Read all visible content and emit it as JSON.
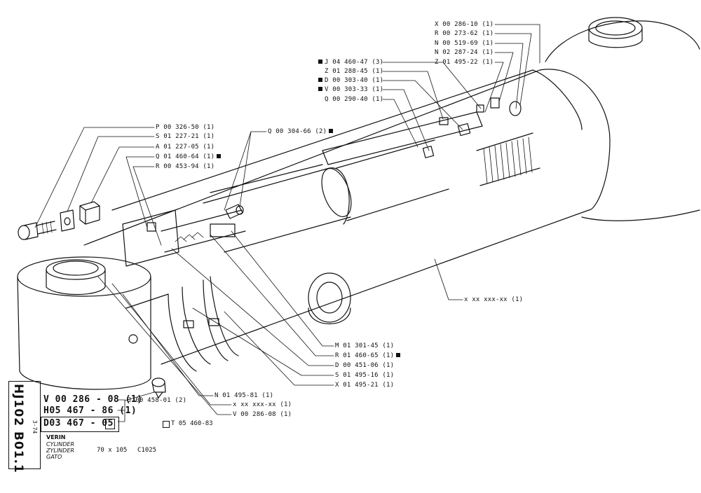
{
  "drawing": {
    "labels_top_right": [
      "X 00 286-10 (1)",
      "R 00 273-62 (1)",
      "N 00 519-69 (1)",
      "N 02 287-24 (1)",
      "Z 01 495-22 (1)"
    ],
    "labels_top_mid": [
      {
        "text": "J 04 460-47 (3)",
        "marked": true
      },
      {
        "text": "Z 01 288-45 (1)",
        "marked": false
      },
      {
        "text": "D 00 303-40 (1)",
        "marked": true
      },
      {
        "text": "V 00 303-33 (1)",
        "marked": true
      },
      {
        "text": "Q 00 290-40 (1)",
        "marked": false
      }
    ],
    "labels_left": [
      {
        "text": "P 00 326-50 (1)",
        "marked": false
      },
      {
        "text": "S 01 227-21 (1)",
        "marked": false
      },
      {
        "text": "A 01 227-05 (1)",
        "marked": false
      },
      {
        "text": "Q 01 460-64 (1)",
        "marked": true
      },
      {
        "text": "R 00 453-94 (1)",
        "marked": false
      }
    ],
    "label_q304": {
      "text": "Q 00 304-66 (2)",
      "marked": true
    },
    "label_body": "x xx xxx-xx (1)",
    "labels_bottom_right": [
      {
        "text": "M 01 301-45 (1)",
        "marked": false
      },
      {
        "text": "R 01 460-65 (1)",
        "marked": true
      },
      {
        "text": "D 00 451-06 (1)",
        "marked": false
      },
      {
        "text": "S 01 495-16 (1)",
        "marked": false
      },
      {
        "text": "X 01 495-21 (1)",
        "marked": false
      }
    ],
    "labels_bottom_mid": [
      "N 01 495-81 (1)",
      "x xx xxx-xx (1)",
      "V 00 286-08 (1)"
    ],
    "label_j": "J 00 458-01 (2)"
  },
  "title_block": {
    "side_code": "HJ102 B01.1",
    "side_sub": "3-74",
    "ref1": "V 00 286 - 08 (1)",
    "ref2": "H05 467 - 86 (1)",
    "ref3": "D03 467 - 05",
    "kit_ref": "T 05 460-83",
    "name_fr": "VERIN",
    "name_en": "CYLINDER",
    "name_de": "ZYLINDER",
    "name_es": "GATO",
    "size": "70 x 105",
    "code": "C1025"
  }
}
